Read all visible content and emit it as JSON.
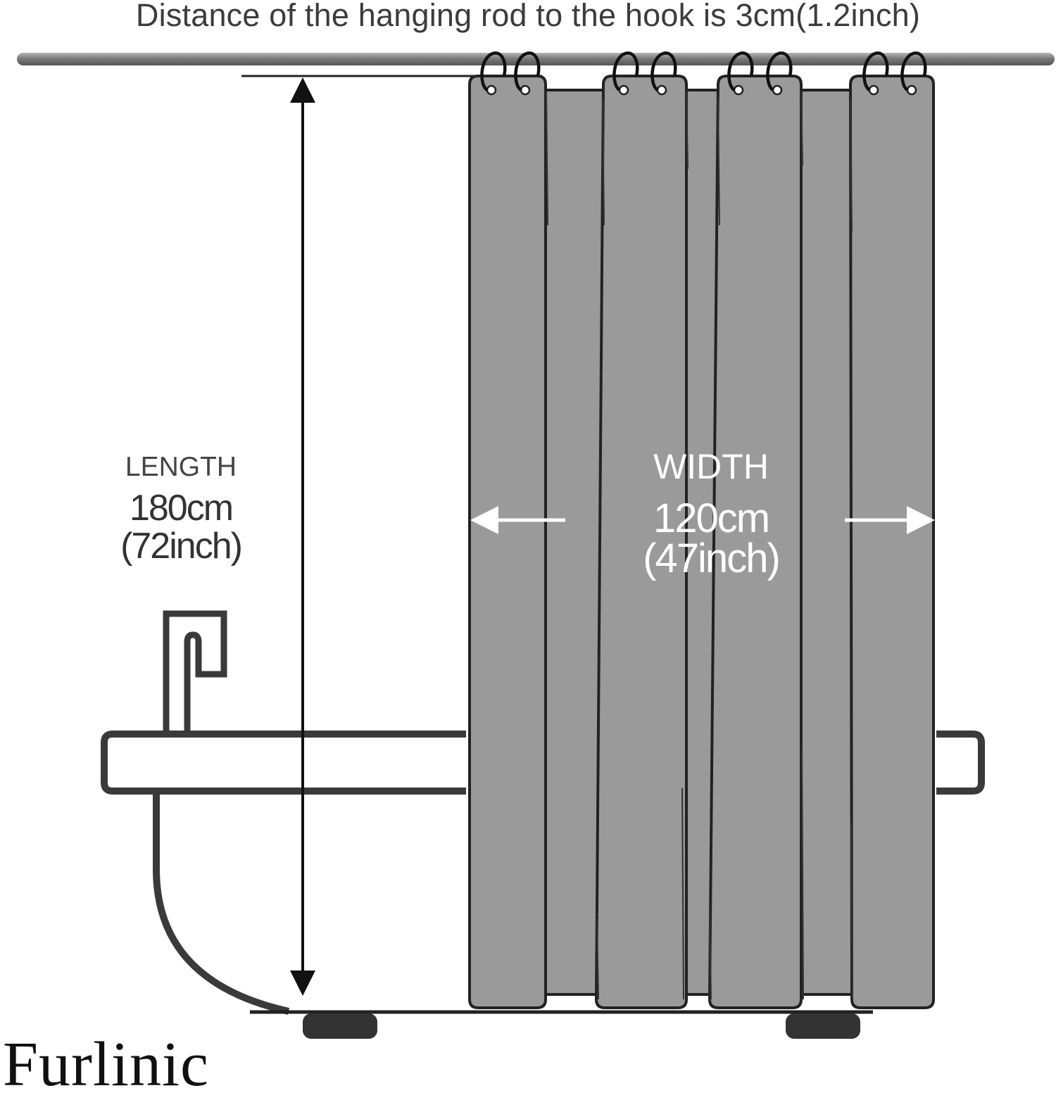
{
  "caption": "Distance of the hanging rod to the hook is 3cm(1.2inch)",
  "length": {
    "label": "LENGTH",
    "metric": "180cm",
    "imperial": "(72inch)"
  },
  "width": {
    "label": "WIDTH",
    "metric": "120cm",
    "imperial": "(47inch)"
  },
  "brand": "Furlinic",
  "colors": {
    "curtain": "#9a9a9a",
    "outline": "#222222",
    "tub_outline": "#3a3a3a",
    "rod": "#8c8c8c",
    "text": "#3c3c3c",
    "arrow_on_curtain": "#ffffff"
  },
  "icons": [
    "curtain-rod",
    "curtain-ring-icon",
    "faucet-icon",
    "bathtub-icon",
    "double-arrow-icon"
  ]
}
